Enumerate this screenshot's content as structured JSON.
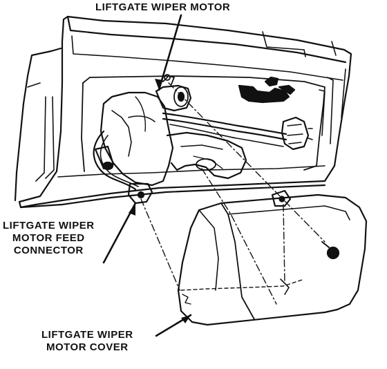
{
  "labels": {
    "motor": "LIFTGATE WIPER MOTOR",
    "feed_connector": [
      "LIFTGATE WIPER",
      "MOTOR FEED",
      "CONNECTOR"
    ],
    "cover": [
      "LIFTGATE WIPER",
      "MOTOR COVER"
    ]
  },
  "colors": {
    "ink": "#111111",
    "paper": "#ffffff"
  }
}
